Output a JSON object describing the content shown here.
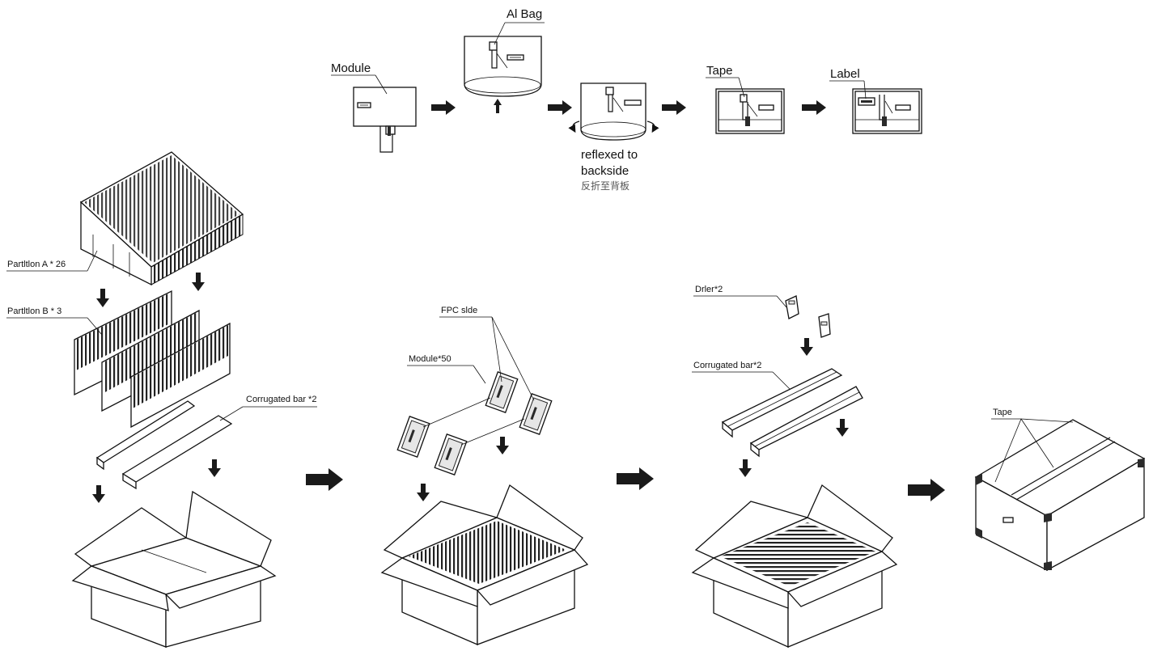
{
  "top_steps": {
    "module": "Module",
    "al_bag": "Al Bag",
    "reflex_line1": "reflexed to",
    "reflex_line2": "backside",
    "reflex_cn": "反折至背板",
    "tape": "Tape",
    "label": "Label"
  },
  "carton_steps": {
    "partition_a": "Partltlon A * 26",
    "partition_b": "Partltlon B * 3",
    "corrugated_bar_1": "Corrugated bar *2",
    "fpc_side": "FPC slde",
    "module_count": "Module*50",
    "drier": "Drler*2",
    "corrugated_bar_2": "Corrugated bar*2",
    "tape_final": "Tape"
  },
  "colors": {
    "ink": "#111111",
    "shade": "#e6e6e6",
    "arrow": "#1a1a1a"
  }
}
